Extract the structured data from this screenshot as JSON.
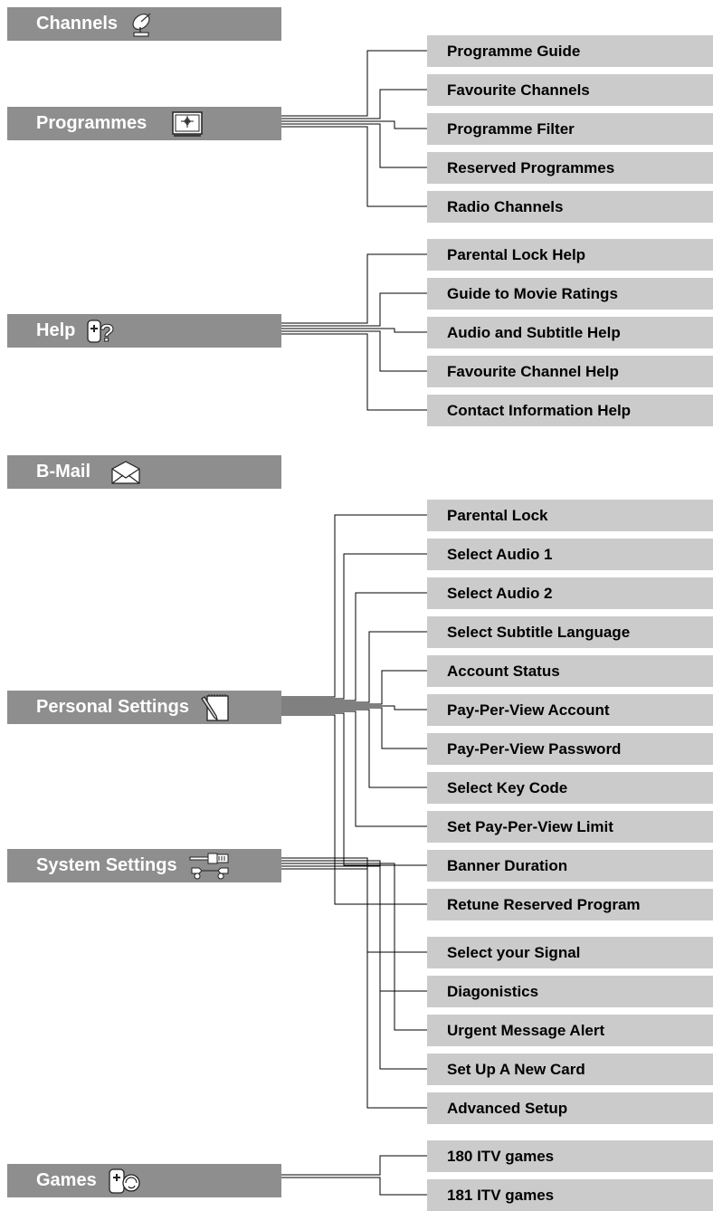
{
  "menus": [
    {
      "label": "Channels",
      "icon": "satellite-dish-icon",
      "items": []
    },
    {
      "label": "Programmes",
      "icon": "tv-screen-icon",
      "items": [
        "Programme Guide",
        "Favourite Channels",
        "Programme Filter",
        "Reserved Programmes",
        "Radio Channels"
      ]
    },
    {
      "label": "Help",
      "icon": "remote-question-icon",
      "items": [
        "Parental Lock Help",
        "Guide to Movie Ratings",
        "Audio and Subtitle Help",
        "Favourite Channel Help",
        "Contact Information Help"
      ]
    },
    {
      "label": "B-Mail",
      "icon": "envelope-icon",
      "items": []
    },
    {
      "label": "Personal Settings",
      "icon": "notepad-pencil-icon",
      "items": [
        "Parental Lock",
        "Select Audio 1",
        "Select Audio 2",
        "Select Subtitle Language",
        "Account Status",
        "Pay-Per-View Account",
        "Pay-Per-View Password",
        "Select Key Code",
        "Set Pay-Per-View Limit",
        "Banner Duration",
        "Retune Reserved Program"
      ]
    },
    {
      "label": "System Settings",
      "icon": "tools-icon",
      "items": [
        "Select your Signal",
        "Diagonistics",
        "Urgent Message Alert",
        "Set Up A New Card",
        "Advanced Setup"
      ]
    },
    {
      "label": "Games",
      "icon": "gamepad-icon",
      "items": [
        "180 ITV games",
        "181 ITV games"
      ]
    }
  ],
  "colors": {
    "menu_bar": "#8e8e8e",
    "item_bar": "#cbcbcb",
    "menu_text": "#ffffff",
    "item_text": "#000000"
  }
}
